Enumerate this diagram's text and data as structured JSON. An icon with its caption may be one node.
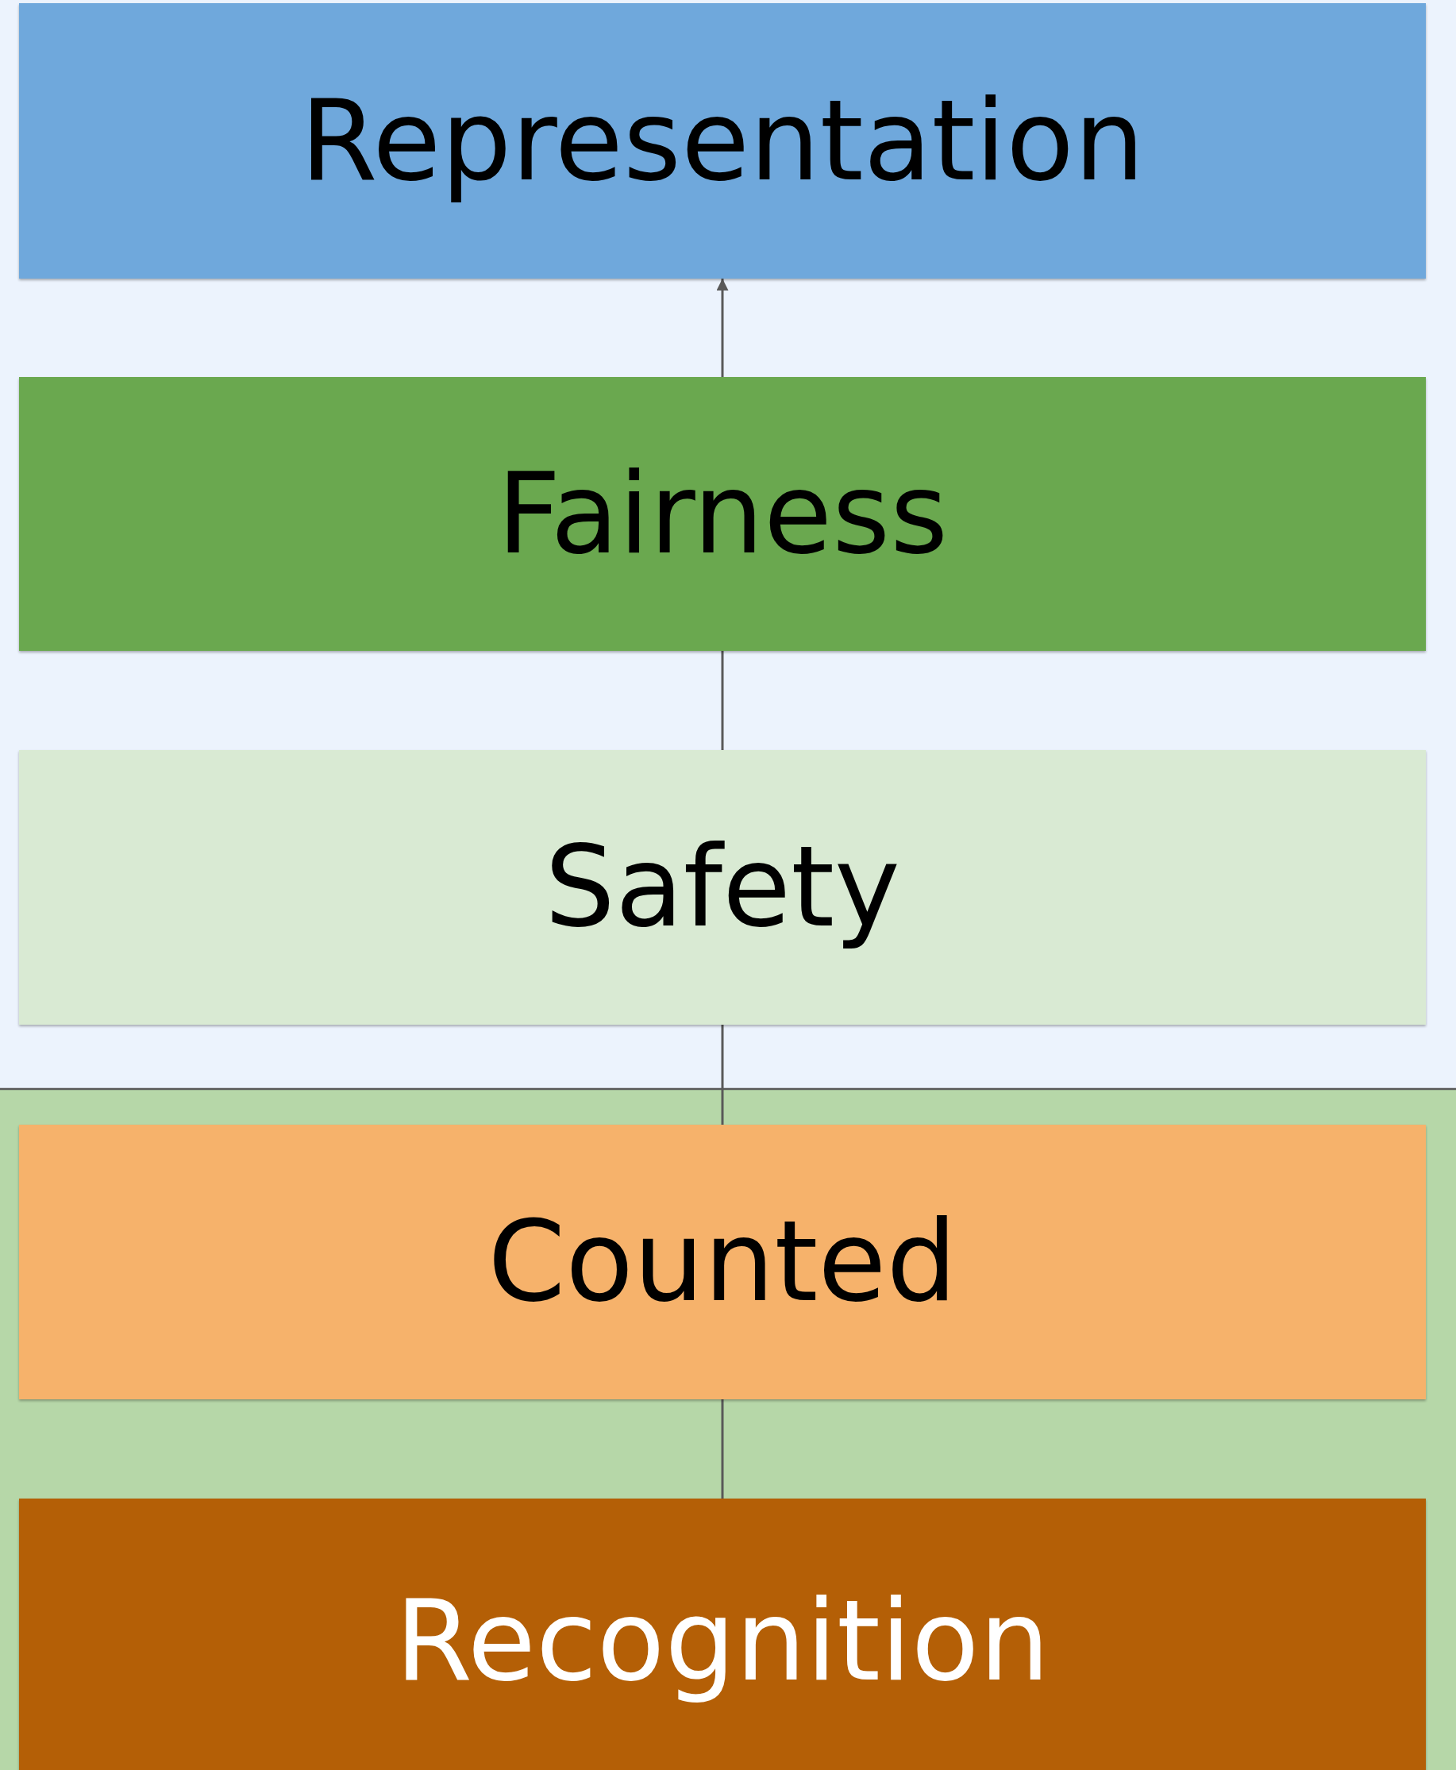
{
  "diagram": {
    "nodes": [
      {
        "text": [
          "Representation"
        ]
      },
      {
        "text": [
          "Fairness"
        ]
      },
      {
        "text": [
          "Safety"
        ]
      },
      {
        "text": [
          "Counted"
        ]
      },
      {
        "text": [
          "Recognition"
        ]
      }
    ],
    "edges": [
      {
        "from": 4,
        "to": 3,
        "arrow": "none"
      },
      {
        "from": 3,
        "to": 2,
        "arrow": "none"
      },
      {
        "from": 2,
        "to": 1,
        "arrow": "none"
      },
      {
        "from": 1,
        "to": 0,
        "arrow": "to"
      }
    ]
  }
}
